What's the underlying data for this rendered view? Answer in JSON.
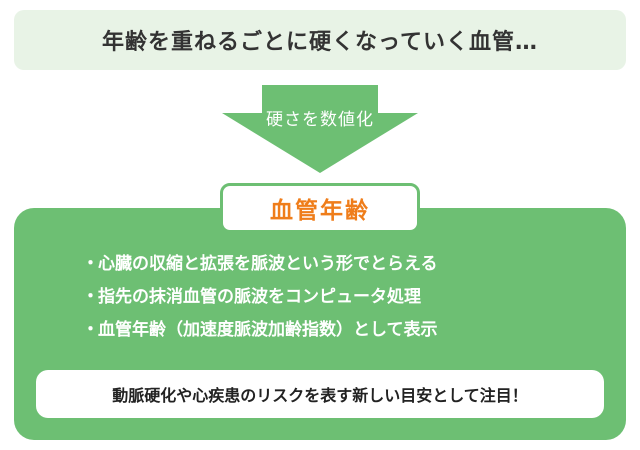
{
  "header": {
    "text": "年齢を重ねるごとに硬くなっていく血管…"
  },
  "arrow": {
    "label": "硬さを数値化"
  },
  "panel": {
    "title": "血管年齢",
    "bullets": [
      "心臓の収縮と拡張を脈波という形でとらえる",
      "指先の抹消血管の脈波をコンピュータ処理",
      "血管年齢（加速度脈波加齢指数）として表示"
    ],
    "bullet_marker": "・",
    "note": "動脈硬化や心疾患のリスクを表す新しい目安として注目！"
  },
  "colors": {
    "banner_bg": "#e8f3e6",
    "green": "#6dbf73",
    "orange_title": "#ef7d1a",
    "text_dark": "#333333",
    "white": "#ffffff"
  }
}
